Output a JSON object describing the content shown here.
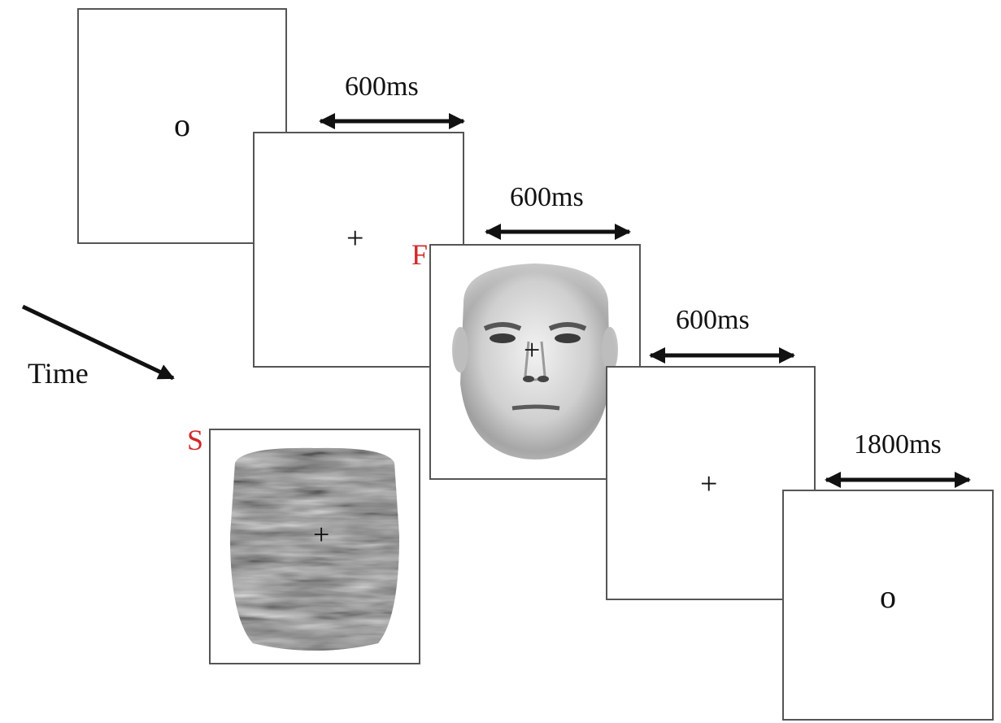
{
  "frames": {
    "start_symbol": "o",
    "fixation_symbol": "+",
    "end_symbol": "o"
  },
  "labels": {
    "face": "F",
    "scrambled": "S"
  },
  "durations": [
    "600ms",
    "600ms",
    "600ms",
    "1800ms"
  ],
  "axis": {
    "time_label": "Time"
  },
  "colors": {
    "condition_label": "#d12a2a",
    "frame_border": "#555555",
    "arrow": "#111111"
  }
}
